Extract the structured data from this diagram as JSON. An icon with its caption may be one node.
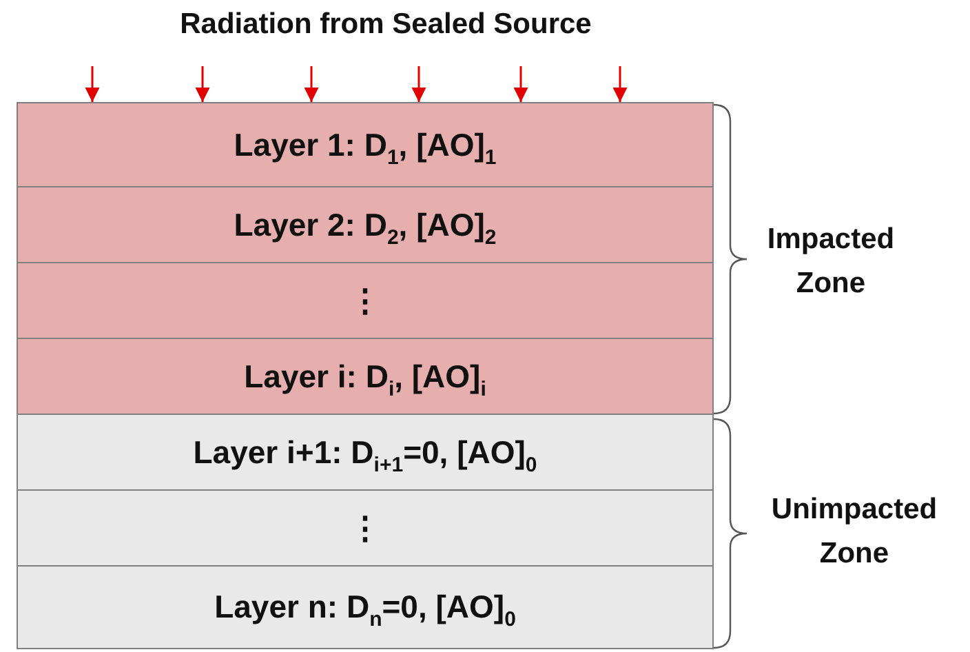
{
  "diagram": {
    "title": "Radiation from Sealed Source",
    "nodes": [
      {
        "text": [
          "Layer 1: D$_{1}$, [AO]$_{1}$"
        ]
      },
      {
        "text": [
          "Layer 2: D$_{2}$, [AO]$_{2}$"
        ]
      },
      {
        "text": [
          "⋮"
        ]
      },
      {
        "text": [
          "Layer i: D$_{i}$, [AO]$_{i}$"
        ]
      },
      {
        "text": [
          "Layer i+1: D$_{i+1}$=0, [AO]$_{0}$"
        ]
      },
      {
        "text": [
          "⋮"
        ]
      },
      {
        "text": [
          "Layer n: D$_{n}$=0, [AO]$_{0}$"
        ]
      }
    ],
    "labels": [
      "Impacted Zone",
      "Unimpacted Zone"
    ]
  }
}
